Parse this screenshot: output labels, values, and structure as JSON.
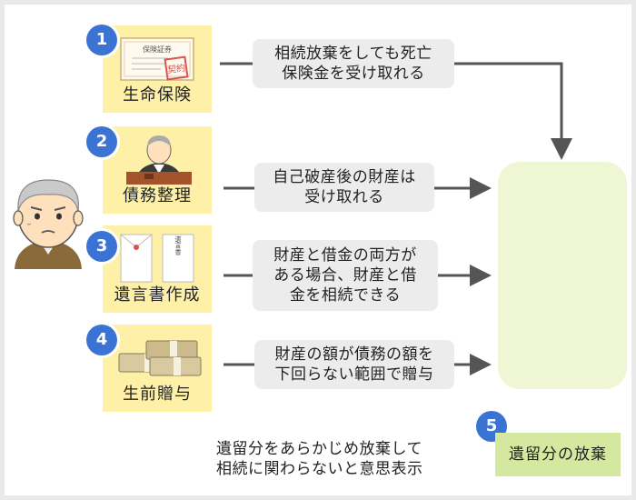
{
  "items": [
    {
      "number": "1",
      "label": "生命保険",
      "description": "相続放棄をしても死亡\n保険金を受け取れる",
      "icon": "insurance-certificate-icon",
      "certificate_title": "保険証券",
      "stamp_text": "契約"
    },
    {
      "number": "2",
      "label": "債務整理",
      "description": "自己破産後の財産は\n受け取れる",
      "icon": "judge-icon"
    },
    {
      "number": "3",
      "label": "遺言書作成",
      "description": "財産と借金の両方が\nある場合、財産と借\n金を相続できる",
      "icon": "will-envelope-icon",
      "envelope_text": "遺言書"
    },
    {
      "number": "4",
      "label": "生前贈与",
      "description": "財産の額が債務の額を\n下回らない範囲で贈与",
      "icon": "money-bundle-icon"
    }
  ],
  "item5": {
    "number": "5",
    "label": "遺留分の放棄",
    "description": "遺留分をあらかじめ放棄して\n相続に関わらないと意思表示"
  },
  "people": {
    "left": "elderly-man-icon",
    "right": "woman-icon"
  },
  "colors": {
    "card": "#fff0a8",
    "badge": "#3b73d4",
    "desc_box": "#ececec",
    "bubble": "#eef6d4",
    "label5": "#d5e8a0",
    "arrow": "#555555"
  }
}
